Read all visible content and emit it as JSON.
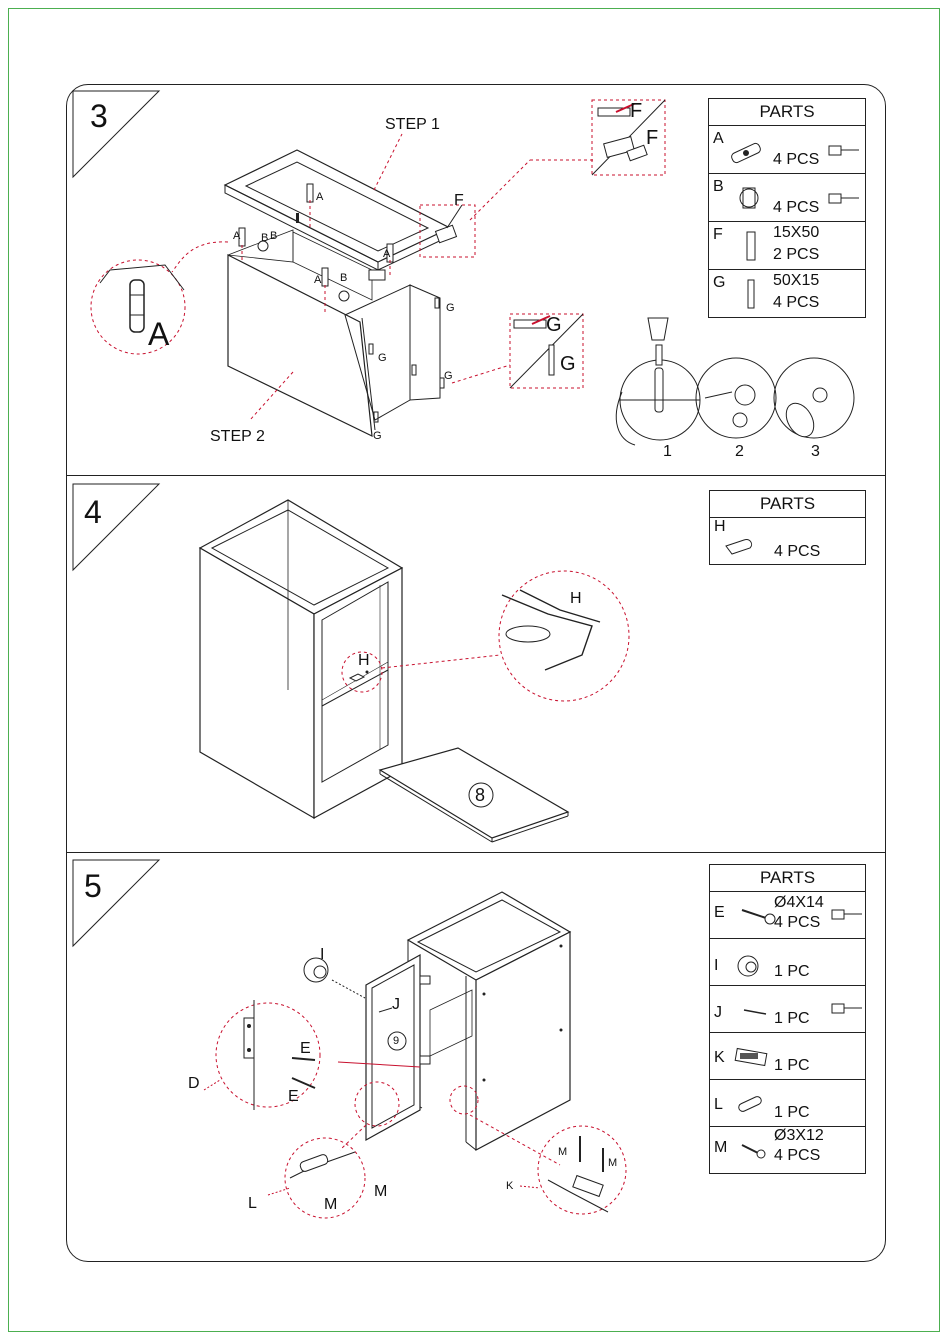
{
  "step3": {
    "number": "3",
    "step1_label": "STEP 1",
    "step2_label": "STEP 2",
    "callout_a": "A",
    "label_A": "A",
    "label_B": "B",
    "label_F": "F",
    "label_G": "G",
    "sub_steps": [
      "1",
      "2",
      "3"
    ],
    "parts_header": "PARTS",
    "parts": [
      {
        "code": "A",
        "line1": "4 PCS",
        "line2": ""
      },
      {
        "code": "B",
        "line1": "4 PCS",
        "line2": ""
      },
      {
        "code": "F",
        "line1": "15X50",
        "line2": "2 PCS"
      },
      {
        "code": "G",
        "line1": "50X15",
        "line2": "4 PCS"
      }
    ]
  },
  "step4": {
    "number": "4",
    "label_H": "H",
    "panel_number": "8",
    "parts_header": "PARTS",
    "parts": [
      {
        "code": "H",
        "line1": "4 PCS"
      }
    ]
  },
  "step5": {
    "number": "5",
    "label_I": "I",
    "label_J": "J",
    "label_D": "D",
    "label_E": "E",
    "label_L": "L",
    "label_M": "M",
    "label_K": "K",
    "door_number": "9",
    "parts_header": "PARTS",
    "parts": [
      {
        "code": "E",
        "line1": "Ø4X14",
        "line2": "4 PCS"
      },
      {
        "code": "I",
        "line1": "1 PC",
        "line2": ""
      },
      {
        "code": "J",
        "line1": "1 PC",
        "line2": ""
      },
      {
        "code": "K",
        "line1": "1 PC",
        "line2": ""
      },
      {
        "code": "L",
        "line1": "1 PC",
        "line2": ""
      },
      {
        "code": "M",
        "line1": "Ø3X12",
        "line2": "4 PCS"
      }
    ]
  },
  "colors": {
    "accent_red": "#c8102e",
    "frame_green": "#4caf50",
    "line": "#222222"
  }
}
